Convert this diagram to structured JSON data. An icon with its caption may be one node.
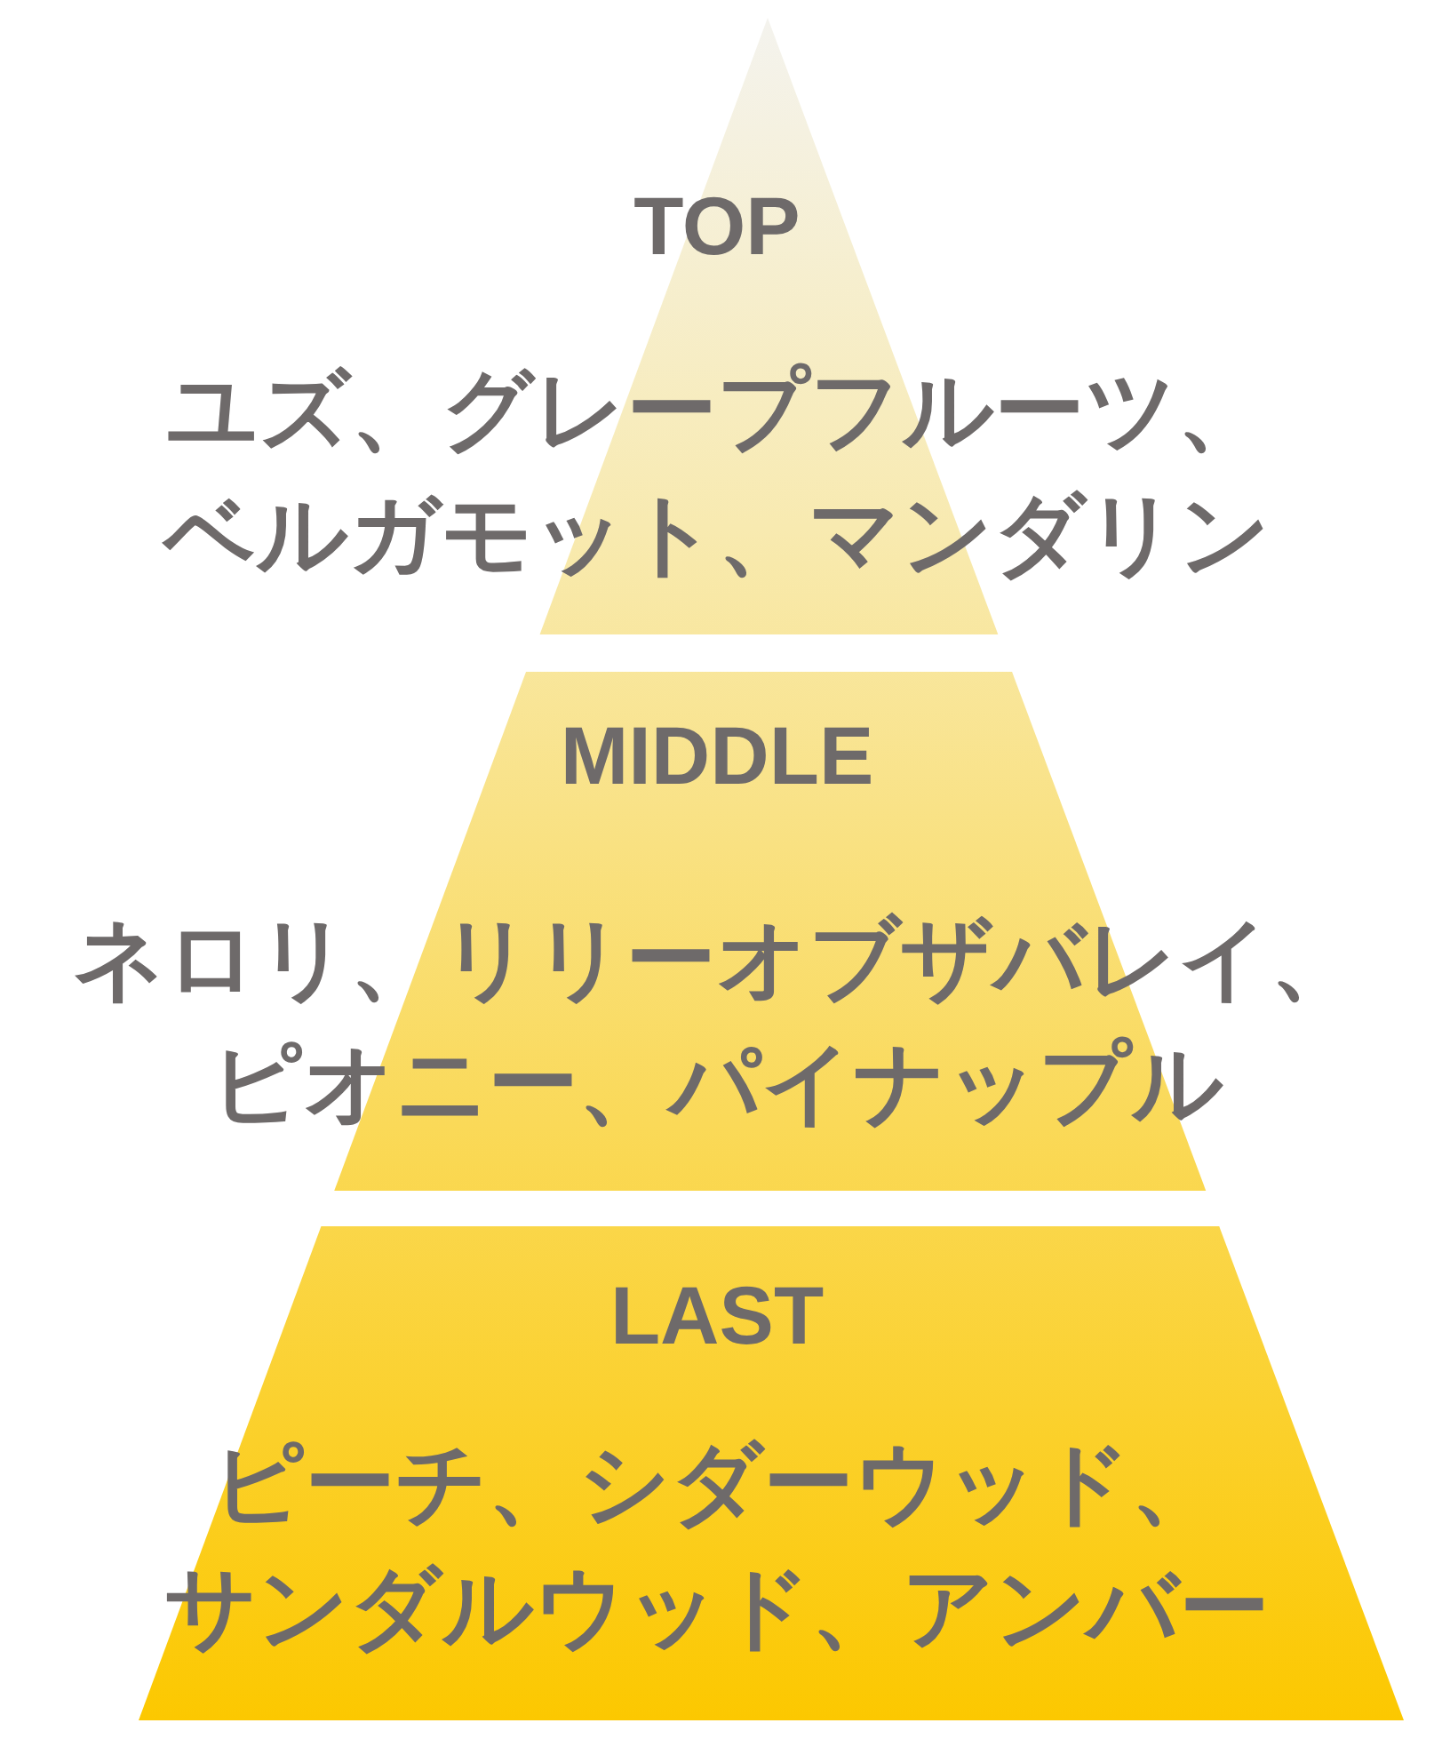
{
  "diagram": {
    "nodes": [
      {
        "text": [
          "TOP",
          "ユズ、グレープフルーツ、ベルガモット、マンダリン"
        ]
      },
      {
        "text": [
          "MIDDLE",
          "ネロリ、リリーオブザバレイ、ピオニー、パイナップル"
        ]
      },
      {
        "text": [
          "LAST",
          "ピーチ、シダーウッド、サンダルウッド、アンバー"
        ]
      }
    ]
  }
}
